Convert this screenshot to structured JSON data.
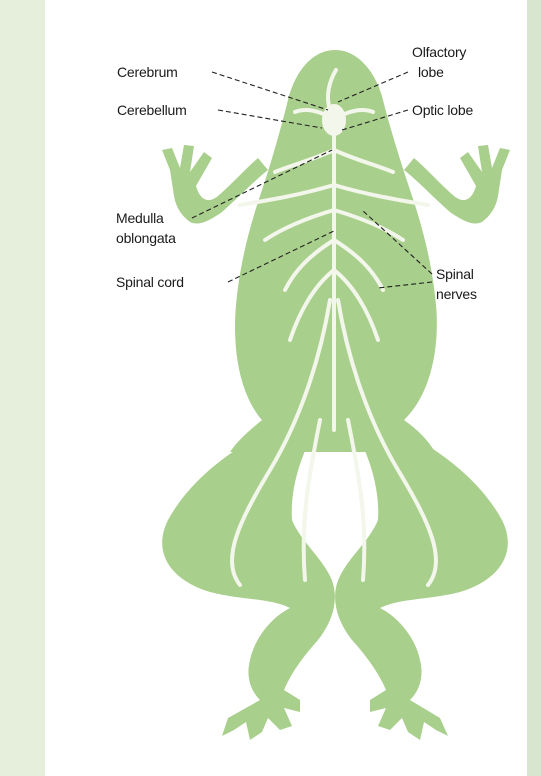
{
  "labels": {
    "cerebrum": "Cerebrum",
    "cerebellum": "Cerebellum",
    "olfactory_lobe_line1": "Olfactory",
    "olfactory_lobe_line2": "lobe",
    "optic_lobe": "Optic lobe",
    "medulla_line1": "Medulla",
    "medulla_line2": "oblongata",
    "spinal_cord": "Spinal cord",
    "spinal_nerves_line1": "Spinal",
    "spinal_nerves_line2": "nerves"
  },
  "colors": {
    "frog_body": "#a9cf8c",
    "nerve": "#f3f6ea",
    "leader_line": "#222222",
    "page_border": "#e6eedc"
  }
}
